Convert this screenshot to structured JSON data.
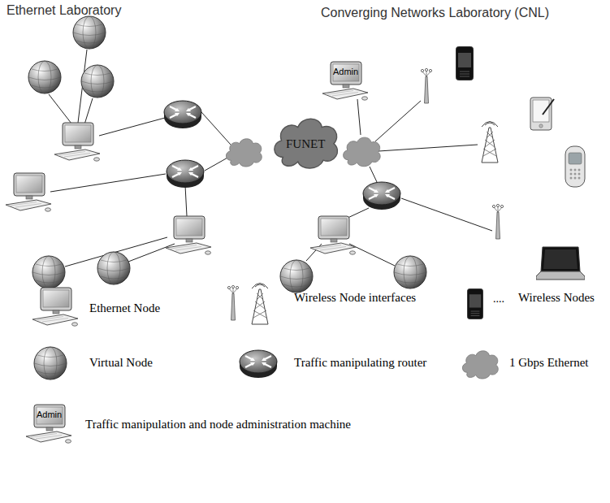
{
  "diagram": {
    "nodes": [
      {
        "text": [
          "FUNET"
        ]
      },
      {
        "text": [
          "Admin"
        ]
      },
      {
        "text": [
          "Admin"
        ]
      }
    ],
    "labels": [
      "Ethernet Laboratory",
      "Converging Networks Laboratory (CNL)",
      "...."
    ],
    "legend": [
      {
        "text": "Ethernet Node"
      },
      {
        "text": "Wireless Node interfaces"
      },
      {
        "text": "Wireless Nodes"
      },
      {
        "text": "Virtual Node"
      },
      {
        "text": "Traffic manipulating router"
      },
      {
        "text": "1 Gbps Ethernet"
      },
      {
        "text": "Traffic manipulation and node administration machine"
      }
    ]
  }
}
